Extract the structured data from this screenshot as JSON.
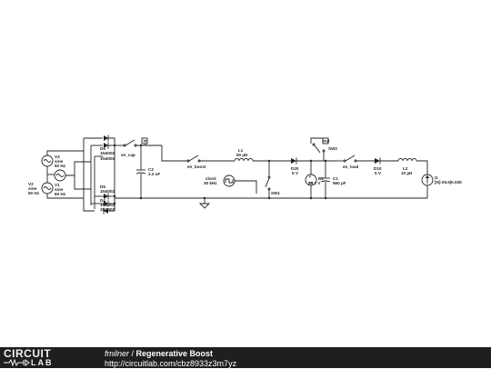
{
  "circuit": {
    "labels": {
      "v4_name": "V4",
      "v4_type": "sine",
      "v4_freq": "60 Hz",
      "v2_name": "V2",
      "v2_type": "sine",
      "v2_freq": "60 Hz",
      "v1_name": "V1",
      "v1_type": "sine",
      "v1_freq": "60 Hz",
      "d5_name": "D5",
      "d5_part": "1N4002",
      "d4_name": "D4",
      "d4_part": "1N4002",
      "d3_part": "1N4002",
      "d6_name": "D6",
      "d6_part": "1N4002",
      "d7_part": "1N4002",
      "en_cap": "en_cap",
      "in_label": "in",
      "c2_name": "C2",
      "c2_value": "2.2 uF",
      "en_boost": "en_boost",
      "l1_name": "L1",
      "l1_value": "50 µH",
      "clock_name": "clock",
      "clock_freq": "30 kHz",
      "sw1": "SW1",
      "d20_name": "D20",
      "d20_value": "5 V",
      "sw2": "SW2",
      "out_label": "out",
      "b1_name": "B1",
      "b1_value": "25.2 V",
      "c1_name": "C1",
      "c1_value": "560 µF",
      "en_load": "en_load",
      "d10_name": "D10",
      "d10_value": "5 V",
      "l2_name": "L2",
      "l2_value": "10 µH",
      "i1_name": "I1",
      "i1_value": "[N]-25.5|0.035"
    }
  },
  "footer": {
    "logo_top": "CIRCUIT",
    "logo_bottom": "LAB",
    "author": "fmilner",
    "separator": " / ",
    "title": "Regenerative Boost",
    "url": "http://circuitlab.com/cbz8933z3m7yz"
  },
  "colors": {
    "footer_bg": "#1f1f1f",
    "wire": "#222222",
    "footer_text": "#ffffff"
  }
}
